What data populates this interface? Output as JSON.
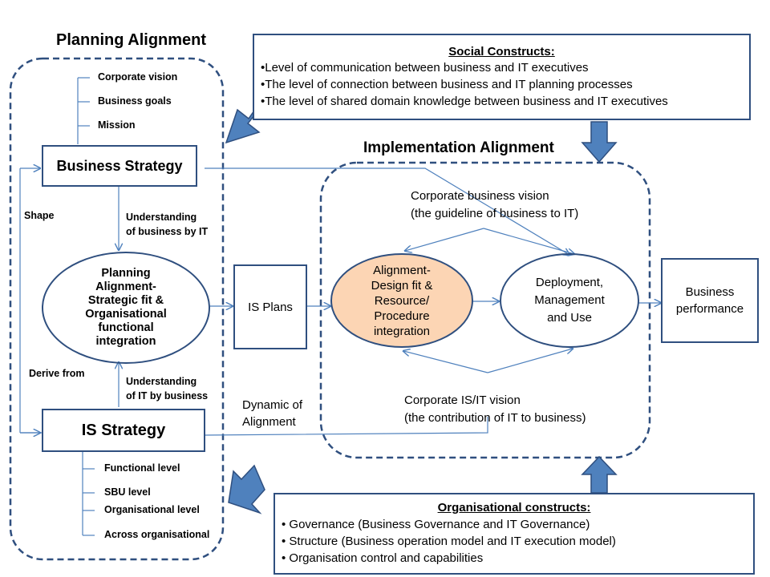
{
  "planning": {
    "title": "Planning Alignment",
    "business_strategy": "Business Strategy",
    "top_items": [
      "Corporate  vision",
      "Business goals",
      "Mission"
    ],
    "shape": "Shape",
    "understanding_business": [
      "Understanding",
      "of business by IT"
    ],
    "center_lines": [
      "Planning",
      "Alignment-",
      "Strategic fit &",
      "Organisational",
      "functional",
      "integration"
    ],
    "derive_from": "Derive from",
    "understanding_it": [
      "Understanding",
      "of IT by business"
    ],
    "is_strategy": "IS Strategy",
    "bottom_items": [
      "Functional level",
      "SBU level",
      "Organisational level",
      "Across organisational"
    ]
  },
  "is_plans": "IS Plans",
  "dynamic_alignment": [
    "Dynamic of",
    "Alignment"
  ],
  "implementation": {
    "title": "Implementation Alignment",
    "vision_top": [
      "Corporate business vision",
      "(the guideline of business to IT)"
    ],
    "left_oval": [
      "Alignment-",
      "Design fit &",
      "Resource/",
      "Procedure",
      "integration"
    ],
    "right_oval": [
      "Deployment,",
      "Management",
      "and Use"
    ],
    "vision_bottom": [
      "Corporate IS/IT vision",
      "(the contribution of IT to business)"
    ]
  },
  "business_performance": [
    "Business",
    "performance"
  ],
  "social": {
    "title": "Social Constructs:",
    "items": [
      "•Level of communication between business and IT executives",
      "•The level of connection between business and IT planning processes",
      "•The level of shared domain knowledge between business and IT executives"
    ]
  },
  "organisational": {
    "title": "Organisational constructs:",
    "items": [
      "• Governance (Business Governance and IT Governance)",
      "• Structure (Business operation model and IT execution model)",
      "• Organisation control and  capabilities"
    ]
  },
  "colors": {
    "line": "#4f81bd",
    "border": "#2f4f7f",
    "arrow": "#4f81bd",
    "highlight": "#fcd5b4"
  }
}
